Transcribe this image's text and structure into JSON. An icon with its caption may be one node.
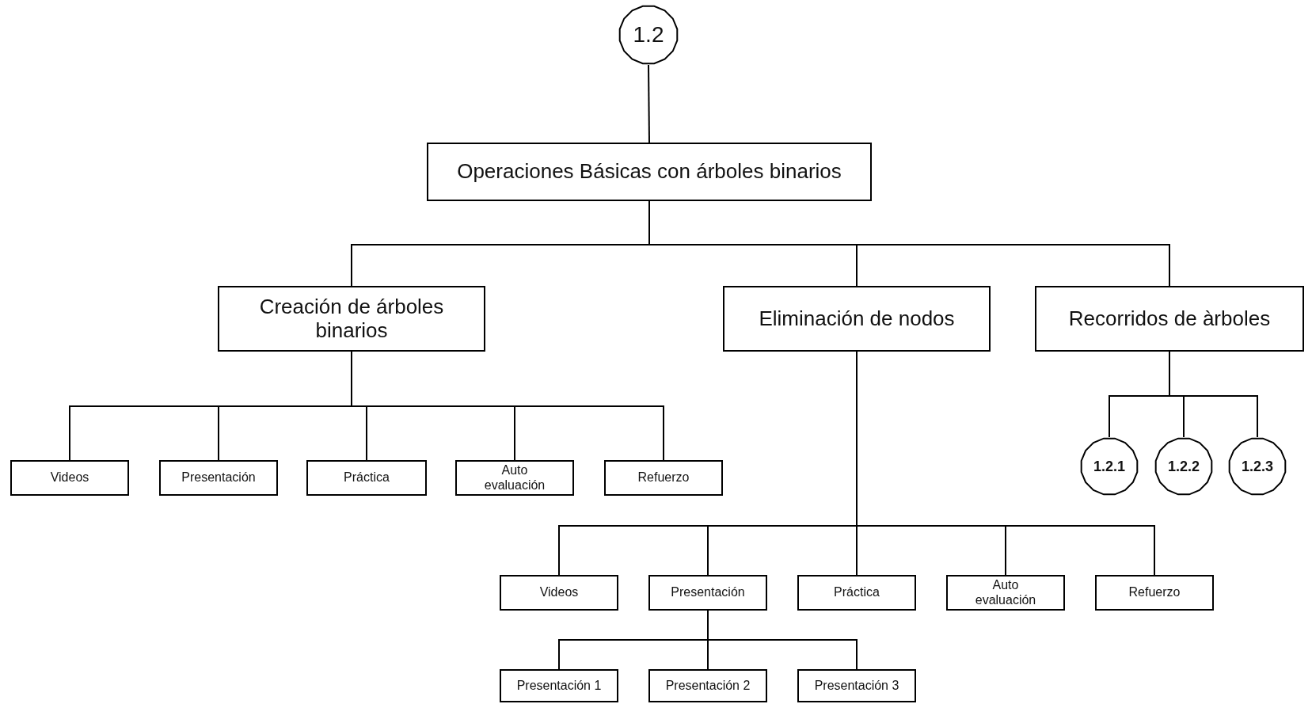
{
  "diagram": {
    "nodes": [
      {
        "text": [
          "1.2"
        ]
      },
      {
        "text": [
          "Operaciones Básicas con árboles binarios"
        ]
      },
      {
        "text": [
          "Creación de árboles binarios"
        ]
      },
      {
        "text": [
          "Eliminación de nodos"
        ]
      },
      {
        "text": [
          "Recorridos de àrboles"
        ]
      },
      {
        "text": [
          "Videos"
        ]
      },
      {
        "text": [
          "Presentación"
        ]
      },
      {
        "text": [
          "Práctica"
        ]
      },
      {
        "text": [
          "Auto evaluación"
        ]
      },
      {
        "text": [
          "Refuerzo"
        ]
      },
      {
        "text": [
          "1.2.1"
        ]
      },
      {
        "text": [
          "1.2.2"
        ]
      },
      {
        "text": [
          "1.2.3"
        ]
      },
      {
        "text": [
          "Videos"
        ]
      },
      {
        "text": [
          "Presentación"
        ]
      },
      {
        "text": [
          "Práctica"
        ]
      },
      {
        "text": [
          "Auto evaluación"
        ]
      },
      {
        "text": [
          "Refuerzo"
        ]
      },
      {
        "text": [
          "Presentación 1"
        ]
      },
      {
        "text": [
          "Presentación 2"
        ]
      },
      {
        "text": [
          "Presentación 3"
        ]
      }
    ],
    "edges": [
      {
        "from": 0,
        "to": 1,
        "arrow": "none"
      },
      {
        "from": 1,
        "to": 2,
        "arrow": "none"
      },
      {
        "from": 1,
        "to": 3,
        "arrow": "none"
      },
      {
        "from": 1,
        "to": 4,
        "arrow": "none"
      },
      {
        "from": 2,
        "to": 5,
        "arrow": "none"
      },
      {
        "from": 2,
        "to": 6,
        "arrow": "none"
      },
      {
        "from": 2,
        "to": 7,
        "arrow": "none"
      },
      {
        "from": 2,
        "to": 8,
        "arrow": "none"
      },
      {
        "from": 2,
        "to": 9,
        "arrow": "none"
      },
      {
        "from": 4,
        "to": 10,
        "arrow": "none"
      },
      {
        "from": 4,
        "to": 11,
        "arrow": "none"
      },
      {
        "from": 4,
        "to": 12,
        "arrow": "none"
      },
      {
        "from": 3,
        "to": 13,
        "arrow": "none"
      },
      {
        "from": 3,
        "to": 14,
        "arrow": "none"
      },
      {
        "from": 3,
        "to": 15,
        "arrow": "none"
      },
      {
        "from": 3,
        "to": 16,
        "arrow": "none"
      },
      {
        "from": 3,
        "to": 17,
        "arrow": "none"
      },
      {
        "from": 14,
        "to": 18,
        "arrow": "none"
      },
      {
        "from": 14,
        "to": 19,
        "arrow": "none"
      },
      {
        "from": 14,
        "to": 20,
        "arrow": "none"
      }
    ]
  }
}
